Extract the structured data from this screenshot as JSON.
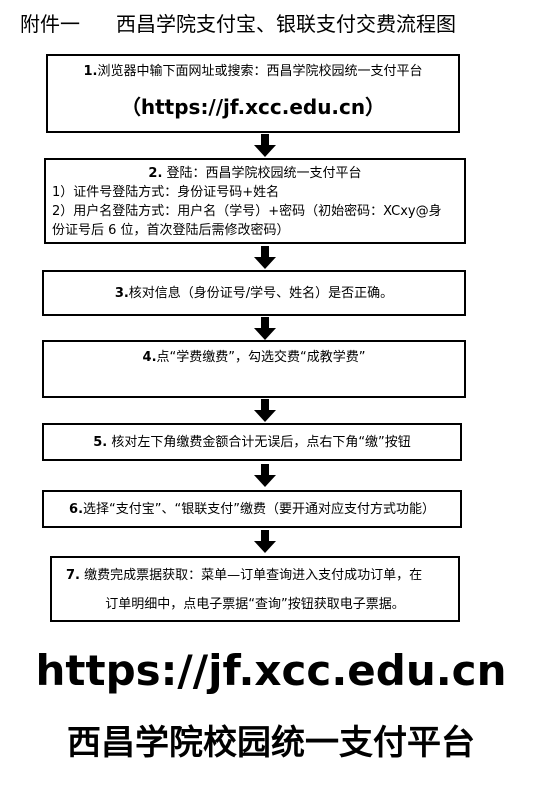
{
  "header": {
    "prefix": "附件一",
    "title": "西昌学院支付宝、银联支付交费流程图"
  },
  "steps": [
    {
      "num": "1.",
      "text": "浏览器中输下面网址或搜索：西昌学院校园统一支付平台",
      "url": "（https://jf.xcc.edu.cn）"
    },
    {
      "num": "2.",
      "text": "登陆：西昌学院校园统一支付平台",
      "line1": "1）证件号登陆方式：身份证号码+姓名",
      "line2": "2）用户名登陆方式：用户名（学号）+密码（初始密码：XCxy@身",
      "line3": "份证号后 6 位，首次登陆后需修改密码）"
    },
    {
      "num": "3.",
      "text": "核对信息（身份证号/学号、姓名）是否正确。"
    },
    {
      "num": "4.",
      "text": "点“学费缴费”，勾选交费“成教学费”"
    },
    {
      "num": "5.",
      "text": "核对左下角缴费金额合计无误后，点右下角“缴”按钮"
    },
    {
      "num": "6.",
      "text": "选择“支付宝”、“银联支付”缴费（要开通对应支付方式功能）"
    },
    {
      "num": "7.",
      "text": "缴费完成票据获取：菜单—订单查询进入支付成功订单，在",
      "line2": "订单明细中，点电子票据“查询”按钮获取电子票据。"
    }
  ],
  "footer": {
    "url": "https://jf.xcc.edu.cn",
    "name": "西昌学院校园统一支付平台"
  }
}
